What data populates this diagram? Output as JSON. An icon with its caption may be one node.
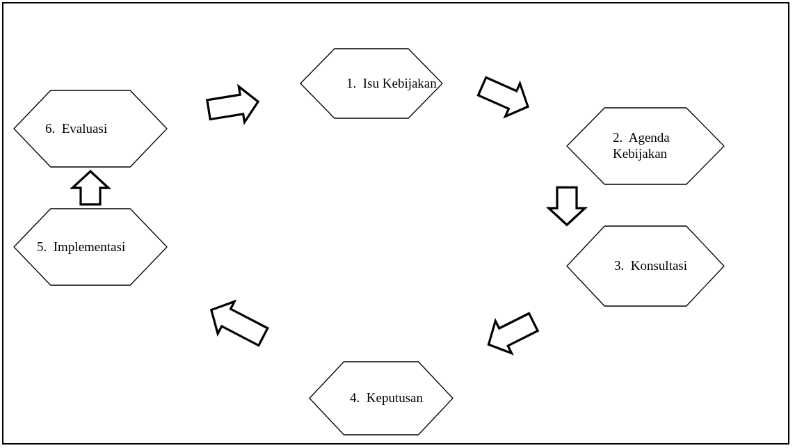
{
  "diagram": {
    "nodes": [
      {
        "text": [
          "1.  Isu Kebijakan"
        ]
      },
      {
        "text": [
          "2.  Agenda Kebijakan"
        ]
      },
      {
        "text": [
          "3.  Konsultasi"
        ]
      },
      {
        "text": [
          "4.  Keputusan"
        ]
      },
      {
        "text": [
          "5.  Implementasi"
        ]
      },
      {
        "text": [
          "6.  Evaluasi"
        ]
      }
    ],
    "edges": [
      {
        "from": 5,
        "to": 0,
        "arrow": "to"
      },
      {
        "from": 0,
        "to": 1,
        "arrow": "to"
      },
      {
        "from": 1,
        "to": 2,
        "arrow": "to"
      },
      {
        "from": 2,
        "to": 3,
        "arrow": "to"
      },
      {
        "from": 3,
        "to": 4,
        "arrow": "to"
      },
      {
        "from": 4,
        "to": 5,
        "arrow": "to"
      }
    ]
  }
}
